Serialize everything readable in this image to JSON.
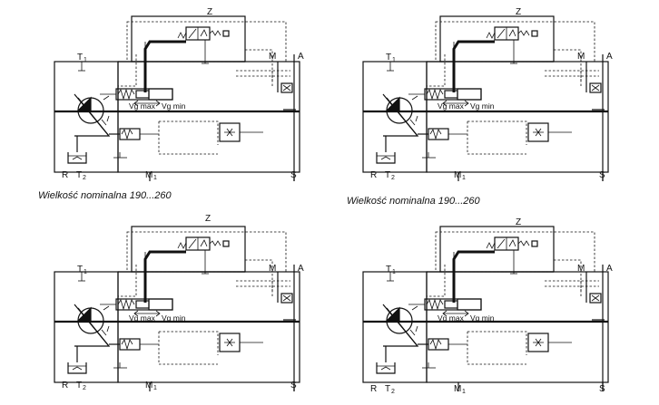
{
  "panels": [
    {
      "id": "top-left",
      "caption": "Wielkość nominalna 190...260"
    },
    {
      "id": "top-right",
      "caption": "Wielkość nominalna 190...260"
    },
    {
      "id": "bottom-left",
      "caption": ""
    },
    {
      "id": "bottom-right",
      "caption": ""
    }
  ],
  "labels": {
    "z": "Z",
    "t": "T",
    "t1_sub": "1",
    "t2_sub": "2",
    "m": "M",
    "a": "A",
    "r": "R",
    "m1": "M",
    "m1_sub": "1",
    "s": "S",
    "vg_max": "Vg max",
    "vg_min": "Vg min"
  }
}
